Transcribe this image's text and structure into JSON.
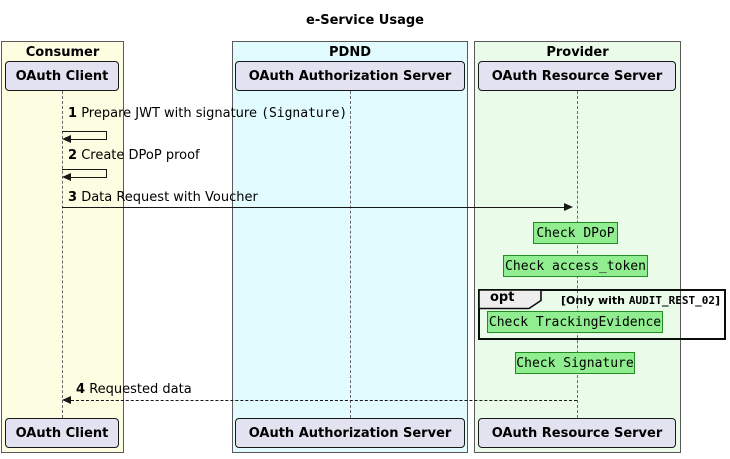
{
  "title": "e-Service Usage",
  "colors": {
    "consumer_fill": "#FDFDE2",
    "pdnd_fill": "#E2FBFF",
    "provider_fill": "#EAFBEA",
    "participant_fill": "#E2E2F0",
    "note_fill": "#90EE90",
    "note_border": "#228B22",
    "arrow_color": "#181818",
    "fragment_header_fill": "#EEEEEE"
  },
  "groups": [
    {
      "name": "Consumer",
      "participant": "OAuth Client"
    },
    {
      "name": "PDND",
      "participant": "OAuth Authorization Server"
    },
    {
      "name": "Provider",
      "participant": "OAuth Resource Server"
    }
  ],
  "messages": [
    {
      "num": "1",
      "text": "Prepare JWT with signature",
      "mono": "(Signature)"
    },
    {
      "num": "2",
      "text": "Create DPoP proof",
      "mono": ""
    },
    {
      "num": "3",
      "text": "Data Request with Voucher",
      "mono": ""
    },
    {
      "num": "4",
      "text": "Requested data",
      "mono": ""
    }
  ],
  "notes": [
    {
      "text": "Check DPoP"
    },
    {
      "text": "Check access_token"
    },
    {
      "text": "Check TrackingEvidence"
    },
    {
      "text": "Check Signature"
    }
  ],
  "fragment": {
    "operator": "opt",
    "guard_prefix": "[Only with",
    "guard_mono": "AUDIT_REST_02",
    "guard_suffix": "]"
  }
}
